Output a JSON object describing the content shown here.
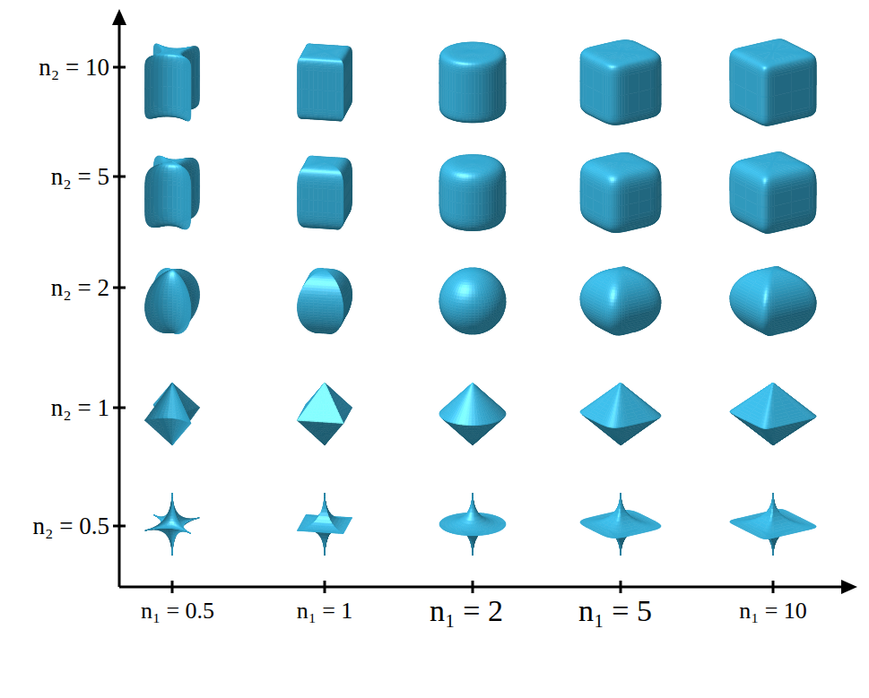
{
  "diagram": {
    "labels": [
      "n₂ = 10",
      "n₂ = 5",
      "n₂ = 2",
      "n₂ = 1",
      "n₂ = 0.5",
      "n₁ = 0.5",
      "n₁ = 1",
      "n₁ = 2",
      "n₁ = 5",
      "n₁ = 10"
    ]
  }
}
